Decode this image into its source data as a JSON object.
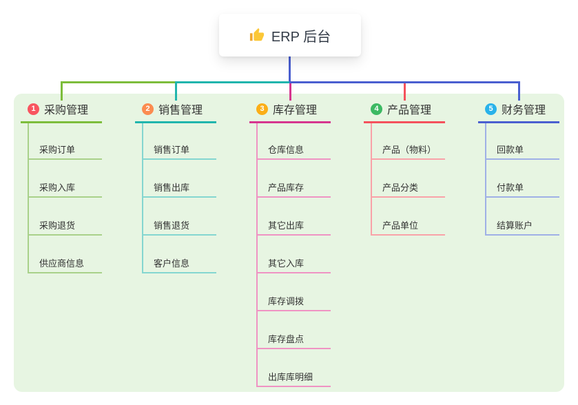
{
  "root": {
    "label": "ERP 后台",
    "icon": "thumbs-up-icon",
    "icon_colors": {
      "main": "#fbc737",
      "cuff": "#f0a830"
    }
  },
  "panel_bg": "#e7f5e2",
  "branches": [
    {
      "badge": "1",
      "badge_color": "#f8545f",
      "label": "采购管理",
      "line_color": "#7dbd3c",
      "child_line_color": "#a9d18a",
      "children": [
        "采购订单",
        "采购入库",
        "采购退货",
        "供应商信息"
      ]
    },
    {
      "badge": "2",
      "badge_color": "#fb8c50",
      "label": "销售管理",
      "line_color": "#21b5ad",
      "child_line_color": "#84d6d0",
      "children": [
        "销售订单",
        "销售出库",
        "销售退货",
        "客户信息"
      ]
    },
    {
      "badge": "3",
      "badge_color": "#d6368f",
      "label": "库存管理",
      "line_color": "#d6368f",
      "child_line_color": "#ef93c3",
      "badge_color_": "",
      "children": [
        "仓库信息",
        "产品库存",
        "其它出库",
        "其它入库",
        "库存调拨",
        "库存盘点",
        "出库库明细"
      ]
    },
    {
      "badge": "4",
      "badge_color": "#3cb963",
      "label": "产品管理",
      "line_color": "#f4515c",
      "child_line_color": "#f9a2a8",
      "children": [
        "产品（物料）",
        "产品分类",
        "产品单位"
      ]
    },
    {
      "badge": "5",
      "badge_color": "#29b2ea",
      "label": "财务管理",
      "line_color": "#4a5fd0",
      "child_line_color": "#9fb0e6",
      "children": [
        "回款单",
        "付款单",
        "结算账户"
      ]
    }
  ],
  "badge_colors": [
    "#f8545f",
    "#fb8c50",
    "#fbae17",
    "#3cb963",
    "#29b2ea"
  ]
}
